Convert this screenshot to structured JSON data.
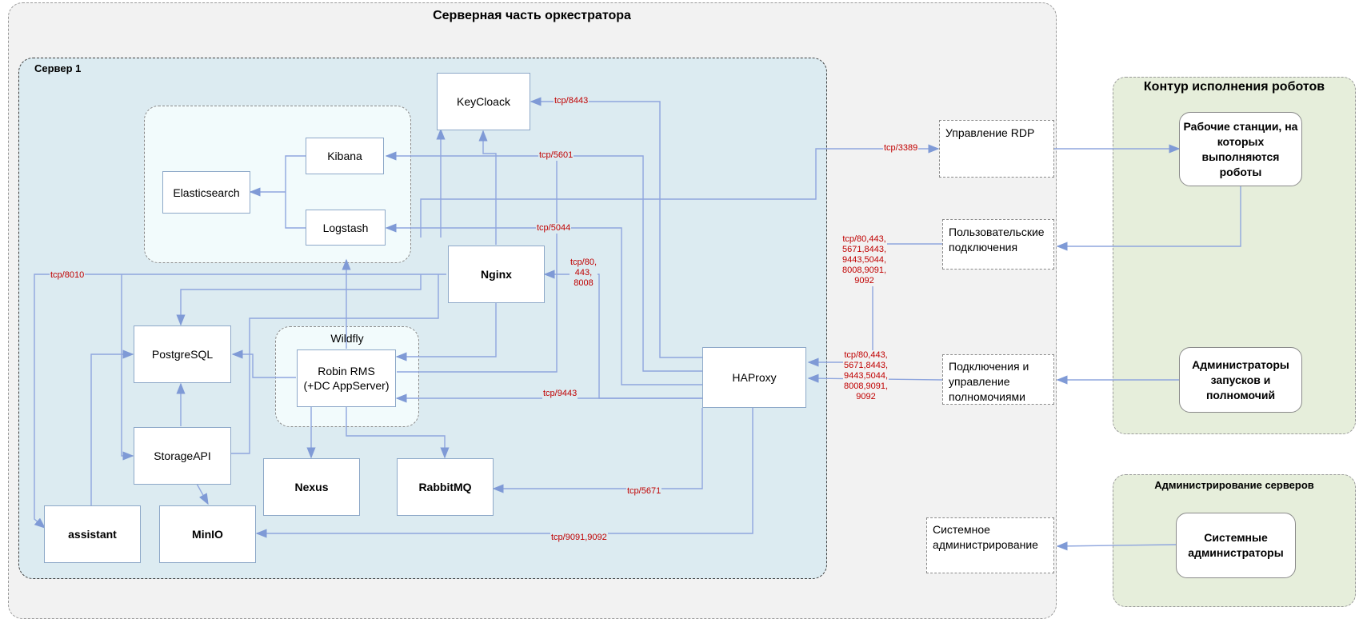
{
  "regions": {
    "server_side": "Серверная часть оркестратора",
    "server1": "Сервер 1",
    "robots_contour": "Контур исполнения роботов",
    "server_admin": "Администрирование серверов",
    "wildfly": "Wildfly"
  },
  "components": {
    "keycloack": "KeyCloack",
    "kibana": "Kibana",
    "elasticsearch": "Elasticsearch",
    "logstash": "Logstash",
    "nginx": "Nginx",
    "postgresql": "PostgreSQL",
    "robin_rms_line1": "Robin RMS",
    "robin_rms_line2": "(+DC AppServer)",
    "storageapi": "StorageAPI",
    "nexus": "Nexus",
    "rabbitmq": "RabbitMQ",
    "assistant": "assistant",
    "minio": "MinIO",
    "haproxy": "HAProxy"
  },
  "access": {
    "rdp": "Управление RDP",
    "user_conn": "Пользовательские подключения",
    "admin_conn": "Подключения и управление полномочиями",
    "sys_admin": "Системное администрирование"
  },
  "actors": {
    "workstations": "Рабочие станции, на которых выполняются роботы",
    "launch_admins": "Администраторы запусков и полномочий",
    "sys_admins": "Системные администраторы"
  },
  "ports": {
    "p8443": "tcp/8443",
    "p5601": "tcp/5601",
    "p3389": "tcp/3389",
    "p5044": "tcp/5044",
    "p8010": "tcp/8010",
    "p80_443_8008": "tcp/80,\n443,\n8008",
    "p9443": "tcp/9443",
    "p5671": "tcp/5671",
    "p9091": "tcp/9091,9092",
    "p_user": "tcp/80,443,\n5671,8443,\n9443,5044,\n8008,9091,\n9092",
    "p_admin": "tcp/80,443,\n5671,8443,\n9443,5044,\n8008,9091,\n9092"
  }
}
